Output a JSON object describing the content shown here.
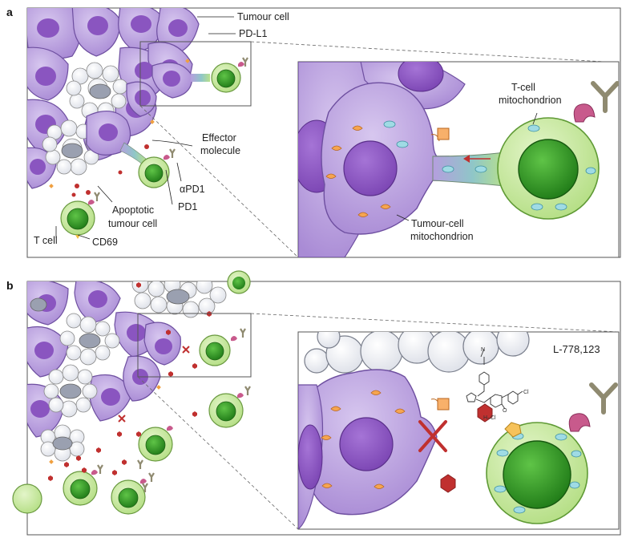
{
  "panels": {
    "a": {
      "letter": "a",
      "labels": {
        "tumour_cell": "Tumour cell",
        "pd_l1": "PD-L1",
        "t_cell_mitochondrion_line1": "T-cell",
        "t_cell_mitochondrion_line2": "mitochondrion",
        "effector_line1": "Effector",
        "effector_line2": "molecule",
        "apd1": "αPD1",
        "pd1": "PD1",
        "apoptotic_line1": "Apoptotic",
        "apoptotic_line2": "tumour cell",
        "t_cell": "T cell",
        "cd69": "CD69",
        "tumour_mito_line1": "Tumour-cell",
        "tumour_mito_line2": "mitochondrion"
      }
    },
    "b": {
      "letter": "b",
      "labels": {
        "compound": "L-778,123",
        "hcl": "H–Cl",
        "cl": "Cl",
        "n": "N",
        "o": "O"
      }
    }
  },
  "colors": {
    "tumour_fill": "#b9a2dd",
    "tumour_nucleus": "#8a55c0",
    "tcell_fill": "#c6e8a0",
    "tcell_nucleus": "#2e8f22",
    "apoptotic_bubble": "#e4e6ec",
    "apoptotic_core": "#9aa0b0",
    "effector": "#c0302f",
    "pdl1": "#f0a040",
    "pd1": "#c85a8c",
    "antibody": "#a8a48c",
    "tcell_mito": "#9fdbe4",
    "tumour_mito": "#f6a550"
  }
}
